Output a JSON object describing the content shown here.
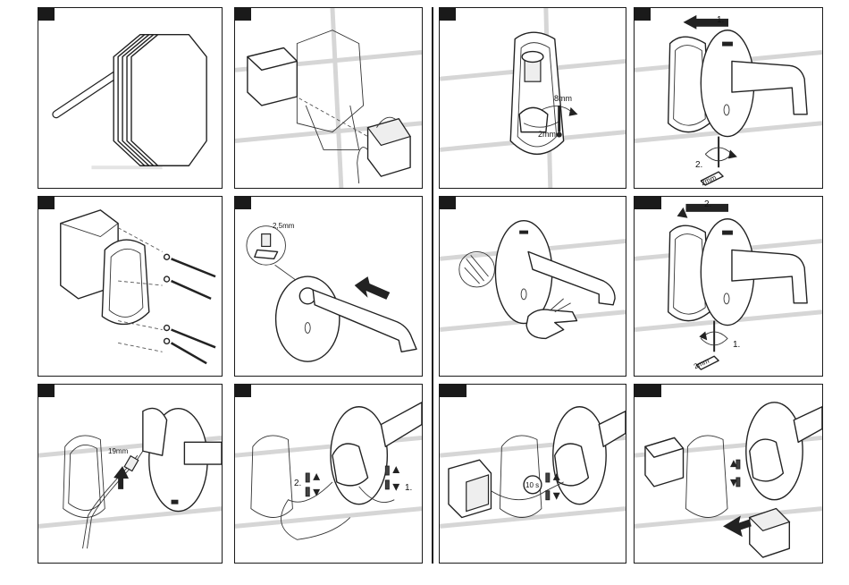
{
  "steps": [
    {
      "id": 1,
      "tab": "",
      "labels": []
    },
    {
      "id": 2,
      "tab": "",
      "labels": []
    },
    {
      "id": 3,
      "tab": "",
      "labels": [
        "8mm",
        "2mm"
      ]
    },
    {
      "id": 4,
      "tab": "",
      "labels": [
        "1.",
        "2.",
        "2mm"
      ]
    },
    {
      "id": 5,
      "tab": "",
      "labels": []
    },
    {
      "id": 6,
      "tab": "",
      "labels": [
        "2,5mm"
      ]
    },
    {
      "id": 7,
      "tab": "",
      "labels": []
    },
    {
      "id": 8,
      "tab": "",
      "labels": [
        "2.",
        "1.",
        "2mm"
      ]
    },
    {
      "id": 9,
      "tab": "",
      "labels": [
        "19mm"
      ]
    },
    {
      "id": 10,
      "tab": "",
      "labels": [
        "2.",
        "1."
      ]
    },
    {
      "id": 11,
      "tab": "",
      "labels": [
        "10 s"
      ]
    },
    {
      "id": 12,
      "tab": "",
      "labels": []
    }
  ],
  "colors": {
    "line": "#1a1a1a",
    "tile_grid": "#d6d6d6",
    "background": "#ffffff"
  }
}
